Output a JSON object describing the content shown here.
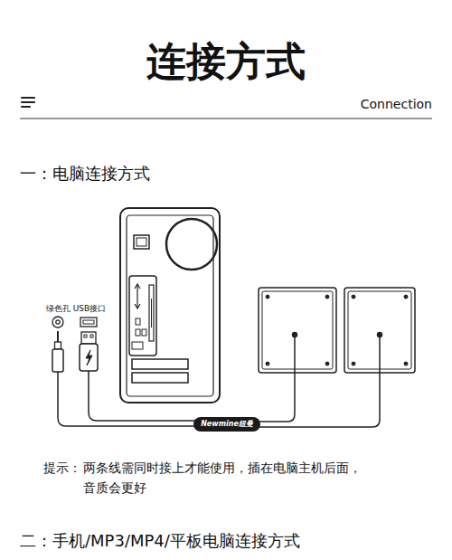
{
  "diagram": {
    "title": "连接方式",
    "nodes": [
      {
        "text": [
          "Newmine纽曼"
        ]
      }
    ],
    "labels": [
      "Connection",
      "一：电脑连接方式",
      "绿色孔",
      "USB接口",
      "提示：",
      "两条线需同时接上才能使用，插在电脑主机后面， 音质会更好",
      "二：手机/MP3/MP4/平板电脑连接方式"
    ]
  }
}
